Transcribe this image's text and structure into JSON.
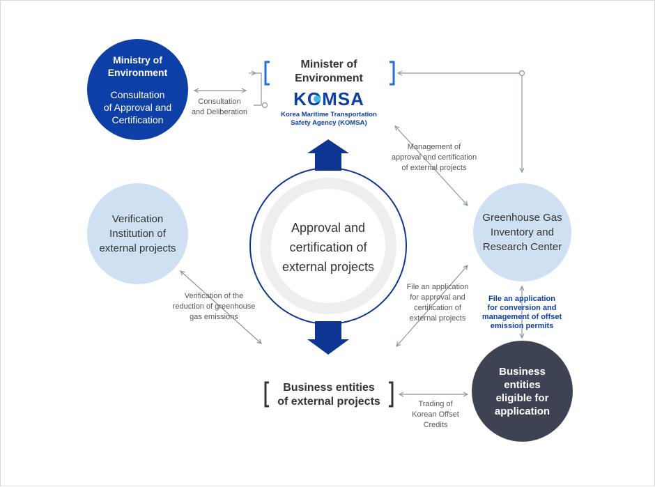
{
  "nodes": {
    "ministry": {
      "line1": "Ministry of",
      "line2": "Environment",
      "sub1": "Consultation",
      "sub2": "of Approval and",
      "sub3": "Certification"
    },
    "minister": {
      "line1": "Minister of",
      "line2": "Environment",
      "logo_text": "KOMSA",
      "caption1": "Korea Maritime Transportation",
      "caption2": "Safety Agency (KOMSA)"
    },
    "verification": {
      "line1": "Verification",
      "line2": "Institution of",
      "line3": "external projects"
    },
    "center": {
      "line1": "Approval and",
      "line2": "certification of",
      "line3": "external projects"
    },
    "ghg": {
      "line1": "Greenhouse Gas",
      "line2": "Inventory and",
      "line3": "Research Center"
    },
    "business": {
      "line1": "Business entities",
      "line2": "of external projects"
    },
    "eligible": {
      "line1": "Business",
      "line2": "entities",
      "line3": "eligible for",
      "line4": "application"
    }
  },
  "labels": {
    "consultation": [
      "Consultation",
      "and Deliberation"
    ],
    "management": [
      "Management of",
      "approval and certification",
      "of external projects"
    ],
    "verification": [
      "Verification of the",
      "reduction of greenhouse",
      "gas emissions"
    ],
    "file_approval": [
      "File an application",
      "for approval and",
      "certification of",
      "external projects"
    ],
    "file_conversion": [
      "File an application",
      "for conversion and",
      "management of offset",
      "emission permits"
    ],
    "trading": [
      "Trading of",
      "Korean Offset",
      "Credits"
    ]
  },
  "colors": {
    "primary_blue": "#0d3fa6",
    "bracket_blue": "#1f6fd6",
    "light_blue": "#cfe0f2",
    "dark_gray": "#3d4352",
    "connector": "#8a94a6",
    "arrow_navy": "#0d3591"
  }
}
